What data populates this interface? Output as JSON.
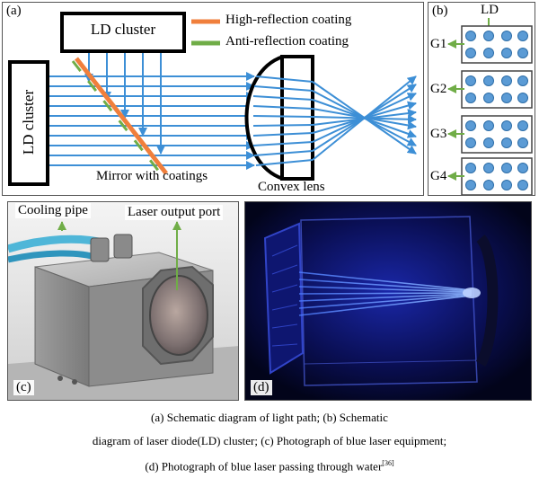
{
  "panel_a": {
    "label": "(a)",
    "top_cluster": "LD cluster",
    "left_cluster": "LD cluster",
    "legend": [
      {
        "text": "High-reflection coating",
        "color": "#f07f3c"
      },
      {
        "text": "Anti-reflection coating",
        "color": "#70ad47"
      }
    ],
    "mirror_label": "Mirror with coatings",
    "lens_label": "Convex lens",
    "beam_color": "#3d8fd6"
  },
  "panel_b": {
    "label": "(b)",
    "ld_label": "LD",
    "groups": [
      "G1",
      "G2",
      "G3",
      "G4"
    ],
    "diode_color": "#5b9bd5",
    "arrow_color": "#70ad47"
  },
  "panel_c": {
    "label": "(c)",
    "cooling_pipe": "Cooling pipe",
    "laser_port": "Laser output port"
  },
  "panel_d": {
    "label": "(d)"
  },
  "caption": {
    "line1": "(a) Schematic diagram of light path; (b) Schematic",
    "line2": "diagram of laser diode(LD) cluster; (c) Photograph of blue laser equipment;",
    "line3": "(d) Photograph of blue laser passing through water",
    "ref": "[36]"
  }
}
